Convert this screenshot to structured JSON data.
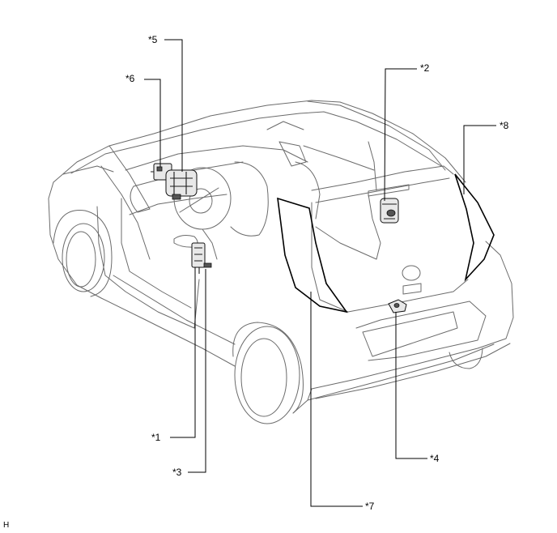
{
  "callouts": {
    "c1": "*1",
    "c2": "*2",
    "c3": "*3",
    "c4": "*4",
    "c5": "*5",
    "c6": "*6",
    "c7": "*7",
    "c8": "*8"
  },
  "figure_code": "H"
}
